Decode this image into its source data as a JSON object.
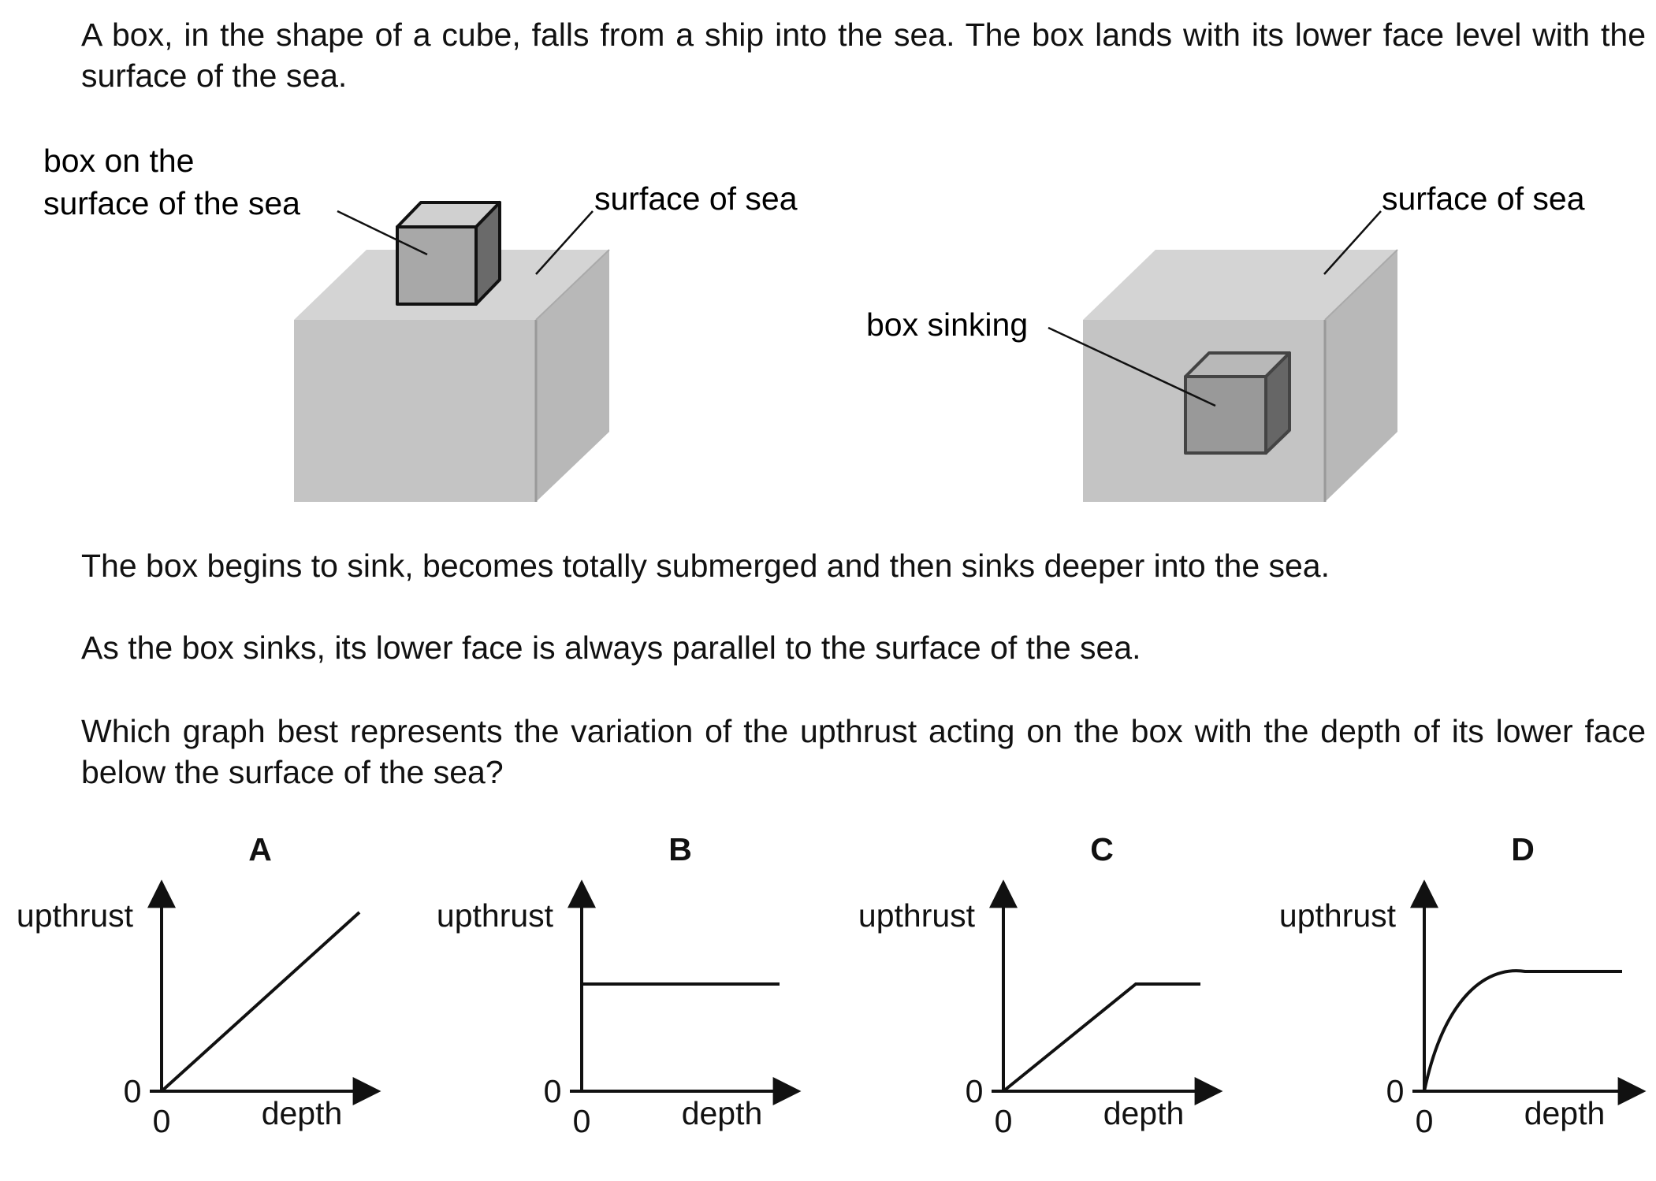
{
  "intro": "A box, in the shape of a cube, falls from a ship into the sea. The box lands with its lower face level with the surface of the sea.",
  "figure": {
    "left": {
      "label_box_line1": "box on the",
      "label_box_line2": "surface of the sea",
      "label_surface": "surface of sea"
    },
    "right": {
      "label_box": "box sinking",
      "label_surface": "surface of sea"
    }
  },
  "sink_text": "The box begins to sink, becomes totally submerged and then sinks deeper into the sea.",
  "parallel_text": "As the box sinks, its lower face is always parallel to the surface of the sea.",
  "question": "Which graph best represents the variation of the upthrust acting on the box with the depth of its lower face below the surface of the sea?",
  "options": [
    {
      "letter": "A",
      "ylabel": "upthrust",
      "xlabel": "depth",
      "origin_y": "0",
      "origin_x": "0"
    },
    {
      "letter": "B",
      "ylabel": "upthrust",
      "xlabel": "depth",
      "origin_y": "0",
      "origin_x": "0"
    },
    {
      "letter": "C",
      "ylabel": "upthrust",
      "xlabel": "depth",
      "origin_y": "0",
      "origin_x": "0"
    },
    {
      "letter": "D",
      "ylabel": "upthrust",
      "xlabel": "depth",
      "origin_y": "0",
      "origin_x": "0"
    }
  ],
  "colors": {
    "sea_top": "#d4d4d4",
    "sea_front": "#c4c4c4",
    "sea_side": "#b8b8b8",
    "box_front": "#a8a8a8",
    "box_top": "#d0d0d0",
    "box_side": "#6a6a6a",
    "box_sunk_front": "#999999",
    "box_sunk_side": "#666666"
  }
}
